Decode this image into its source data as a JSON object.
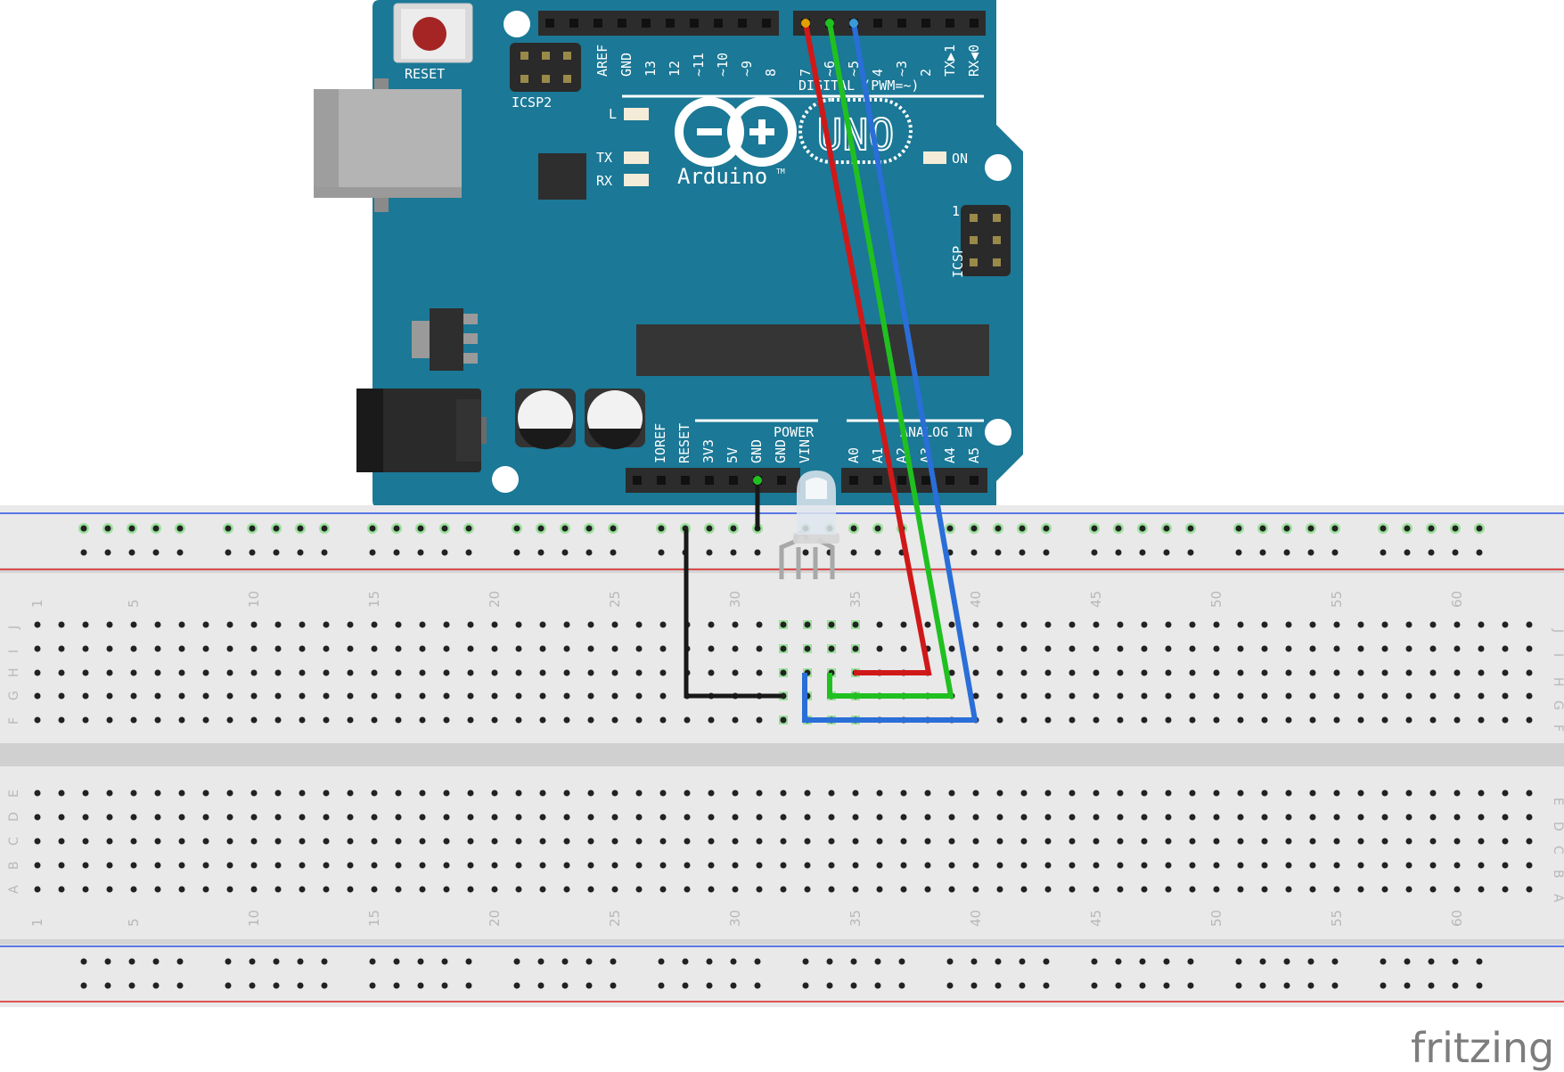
{
  "board": {
    "reset_label": "RESET",
    "icsp2_label": "ICSP2",
    "icsp_label": "ICSP",
    "icsp_pin1": "1",
    "brand_name": "Arduino",
    "trademark": "TM",
    "model": "UNO",
    "led_l": "L",
    "led_tx": "TX",
    "led_rx": "RX",
    "on_label": "ON",
    "digital_label": "DIGITAL (PWM=~)",
    "power_label": "POWER",
    "analog_label": "ANALOG IN",
    "digital_pins": [
      "AREF",
      "GND",
      "13",
      "12",
      "~11",
      "~10",
      "~9",
      "8",
      "7",
      "~6",
      "~5",
      "4",
      "~3",
      "2",
      "TX▶1",
      "RX◀0"
    ],
    "power_pins": [
      "IOREF",
      "RESET",
      "3V3",
      "5V",
      "GND",
      "GND",
      "VIN"
    ],
    "analog_pins": [
      "A0",
      "A1",
      "A2",
      "A3",
      "A4",
      "A5"
    ],
    "board_color": "#1b7896"
  },
  "breadboard": {
    "column_numbers": [
      "1",
      "5",
      "10",
      "15",
      "20",
      "25",
      "30",
      "35",
      "40",
      "45",
      "50",
      "55",
      "60"
    ],
    "top_rows": [
      "J",
      "I",
      "H",
      "G",
      "F"
    ],
    "bottom_rows": [
      "E",
      "D",
      "C",
      "B",
      "A"
    ],
    "rail_colors": {
      "blue": "#2a50e6",
      "red": "#e02020"
    }
  },
  "components": {
    "led": "rgb-led",
    "wire_colors": {
      "red": "#d01818",
      "green": "#20c020",
      "blue": "#2a6ed8",
      "black": "#181818"
    }
  },
  "footer": {
    "brand": "fritzing"
  }
}
